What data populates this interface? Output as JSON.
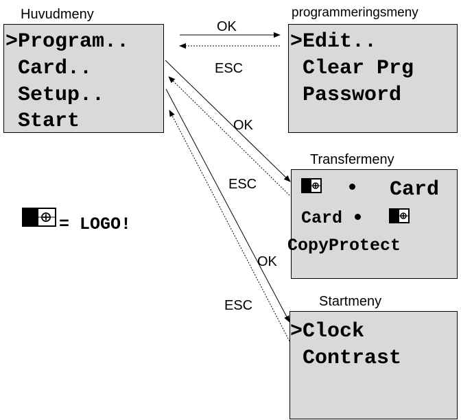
{
  "main_menu": {
    "title": "Huvudmeny",
    "lines": [
      ">Program..",
      " Card..",
      " Setup..",
      " Start"
    ]
  },
  "program_menu": {
    "title": "programmeringsmeny",
    "lines": [
      ">Edit..",
      " Clear Prg",
      " Password"
    ]
  },
  "transfer_menu": {
    "title": "Transfermeny",
    "row1_text": "Card",
    "row2_text": "Card",
    "row3_text": "CopyProtect"
  },
  "start_menu": {
    "title": "Startmeny",
    "lines": [
      ">Clock",
      " Contrast"
    ]
  },
  "legend": {
    "text": "= LOGO!"
  },
  "arrows": {
    "program_ok": "OK",
    "program_esc": "ESC",
    "transfer_ok": "OK",
    "transfer_esc": "ESC",
    "start_ok": "OK",
    "start_esc": "ESC"
  }
}
